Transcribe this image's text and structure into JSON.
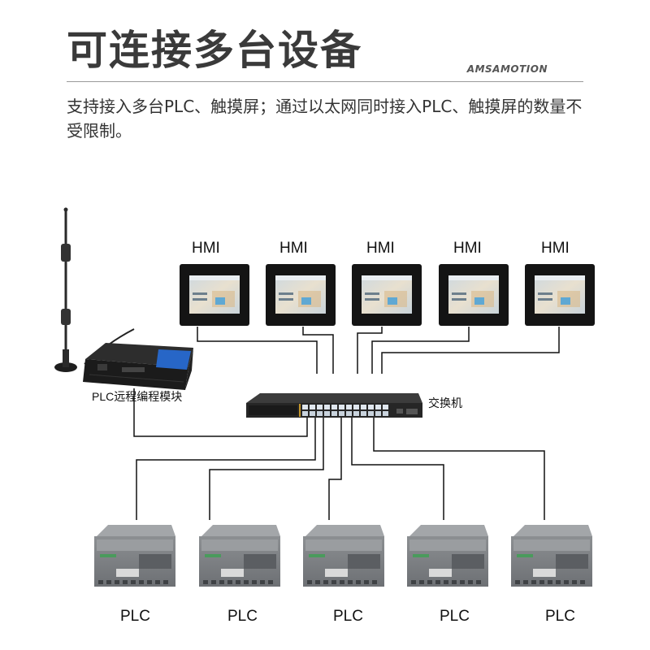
{
  "header": {
    "title": "可连接多台设备",
    "brand": "AMSAMOTION",
    "description": "支持接入多台PLC、触摸屏；通过以太网同时接入PLC、触摸屏的数量不受限制。"
  },
  "diagram": {
    "hmi_label": "HMI",
    "plc_label": "PLC",
    "switch_label": "交换机",
    "module_label": "PLC远程编程模块",
    "hmi_count": 5,
    "plc_count": 5
  }
}
